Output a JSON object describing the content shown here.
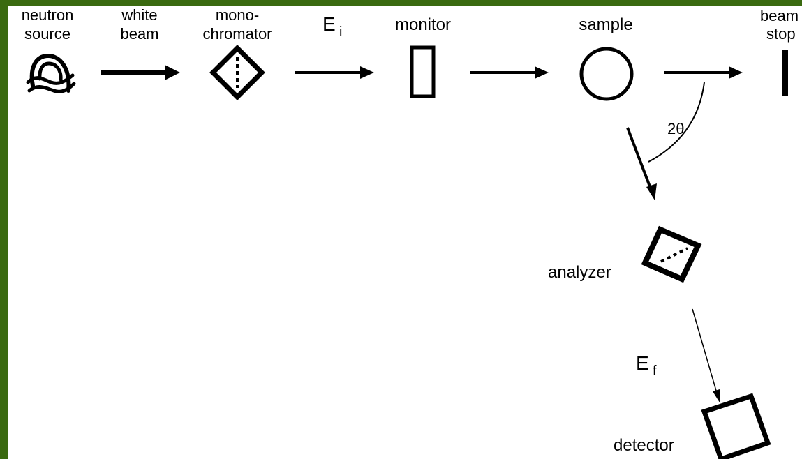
{
  "colors": {
    "frame": "#3a6a10",
    "background": "#ffffff",
    "ink": "#000000"
  },
  "labels": {
    "neutron_source": [
      "neutron",
      "source"
    ],
    "white_beam": [
      "white",
      "beam"
    ],
    "monochromator": [
      "mono-",
      "chromator"
    ],
    "incident_energy": {
      "symbol": "E",
      "subscript": "i"
    },
    "monitor": "monitor",
    "sample": "sample",
    "beam_stop": [
      "beam",
      "stop"
    ],
    "scattering_angle": "2θ",
    "analyzer": "analyzer",
    "final_energy": {
      "symbol": "E",
      "subscript": "f"
    },
    "detector": "detector"
  },
  "icons": {
    "neutron_source": "source-arch-icon",
    "monochromator": "diamond-crystal-icon",
    "monitor": "rectangle-icon",
    "sample": "circle-icon",
    "beam_stop": "bar-icon",
    "analyzer": "tilted-square-crystal-icon",
    "detector": "tilted-square-icon"
  }
}
